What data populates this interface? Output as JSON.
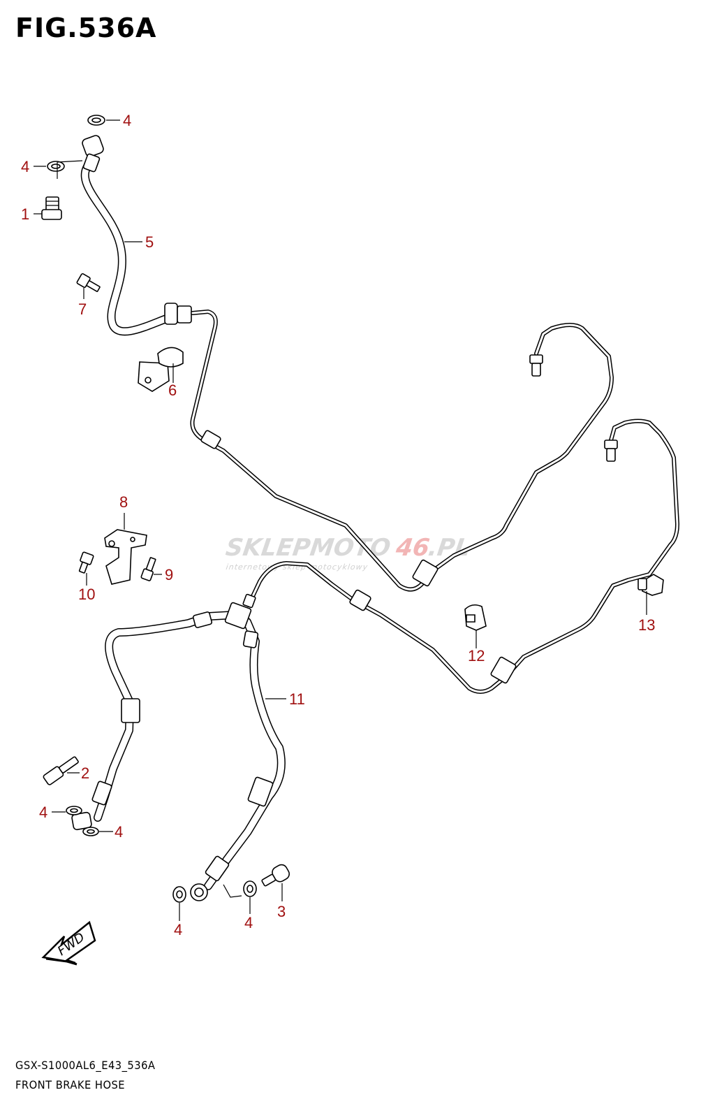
{
  "figure": {
    "title": "FIG.536A",
    "code": "GSX-S1000AL6_E43_536A",
    "name": "FRONT BRAKE HOSE"
  },
  "watermark": {
    "main": "SKLEPMOTO",
    "number": "46",
    "suffix": ".PL",
    "subtitle": "internetowy sklep motocyklowy"
  },
  "direction_marker": "FWD",
  "callouts": [
    {
      "id": "c1",
      "label": "1"
    },
    {
      "id": "c4a",
      "label": "4"
    },
    {
      "id": "c4b",
      "label": "4"
    },
    {
      "id": "c5",
      "label": "5"
    },
    {
      "id": "c7",
      "label": "7"
    },
    {
      "id": "c6",
      "label": "6"
    },
    {
      "id": "c8",
      "label": "8"
    },
    {
      "id": "c9",
      "label": "9"
    },
    {
      "id": "c10",
      "label": "10"
    },
    {
      "id": "c11",
      "label": "11"
    },
    {
      "id": "c12",
      "label": "12"
    },
    {
      "id": "c13",
      "label": "13"
    },
    {
      "id": "c2",
      "label": "2"
    },
    {
      "id": "c4c",
      "label": "4"
    },
    {
      "id": "c4d",
      "label": "4"
    },
    {
      "id": "c4e",
      "label": "4"
    },
    {
      "id": "c4f",
      "label": "4"
    },
    {
      "id": "c3",
      "label": "3"
    }
  ],
  "colors": {
    "callout": "#a01010",
    "line": "#000000",
    "watermark_gray": "#d9d9d9",
    "watermark_red": "#f2b5b5"
  }
}
